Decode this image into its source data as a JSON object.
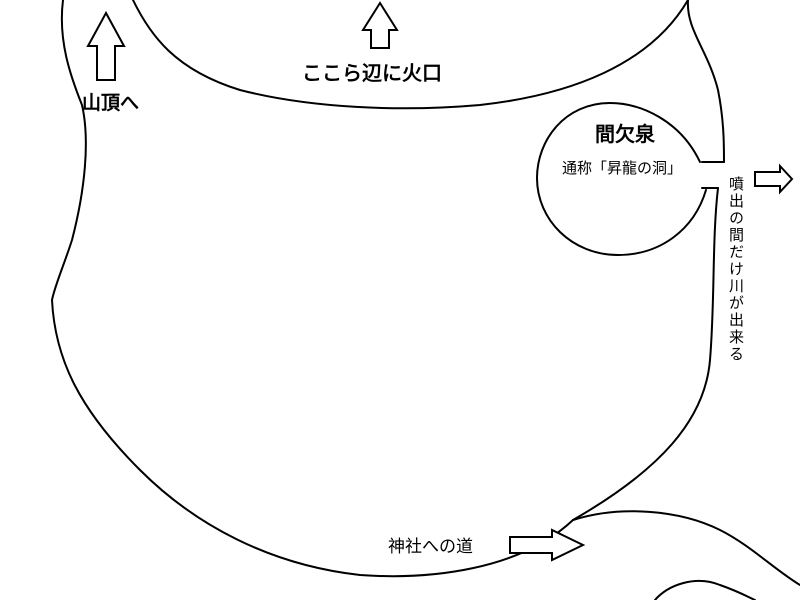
{
  "labels": {
    "summit": "山頂へ",
    "crater": "ここら辺に火口",
    "spring_name": "間欠泉",
    "spring_alias": "通称「昇龍の洞」",
    "river_note": "噴出の間だけ川が出来る",
    "shrine": "神社への道"
  },
  "colors": {
    "line": "#000000",
    "background": "#ffffff"
  }
}
